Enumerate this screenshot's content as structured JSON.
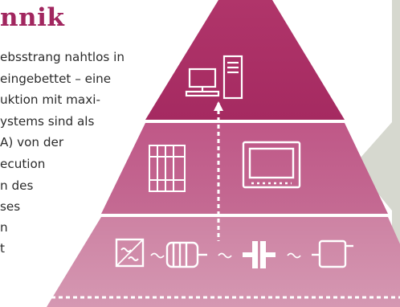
{
  "heading": "nnik",
  "body_lines": [
    "ebsstrang nahtlos in",
    "eingebettet – eine",
    "uktion mit maxi-",
    "ystems sind als",
    "A) von der",
    "ecution",
    "n des",
    "ses",
    "n",
    "t"
  ],
  "colors": {
    "heading": "#a1265f",
    "pyramid_top": "#aa2c63",
    "pyramid_mid": "#c1608a",
    "pyramid_bottom": "#cf8aa6",
    "panel": "#d6d8cf",
    "icon": "#ffffff"
  },
  "icons": {
    "tier_top": "workstation-icon",
    "tier_middle": [
      "plc-rack-icon",
      "hmi-panel-icon"
    ],
    "tier_bottom": [
      "frequency-converter-icon",
      "motor-icon",
      "coupling-icon",
      "gearbox-icon"
    ]
  }
}
